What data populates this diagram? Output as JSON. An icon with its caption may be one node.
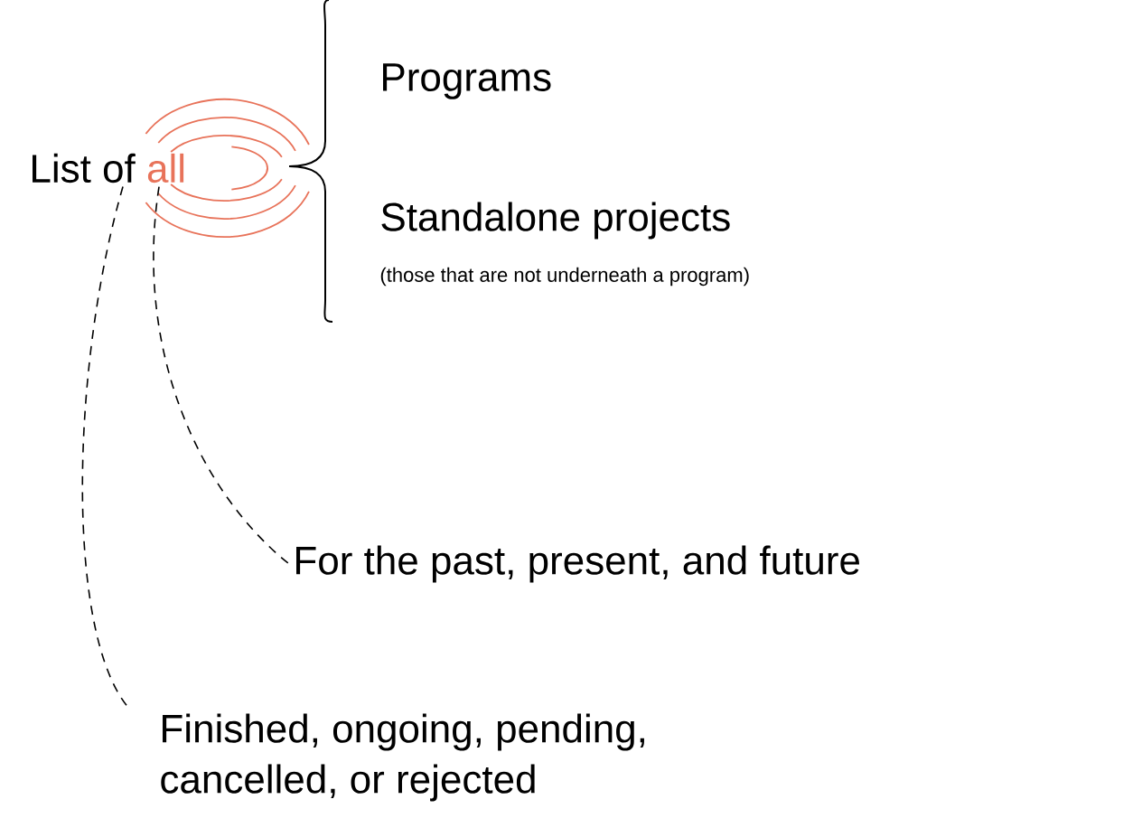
{
  "diagram": {
    "nodes": [
      {
        "text": [
          "List of",
          "all"
        ]
      },
      {
        "text": [
          "For the past, present, and future"
        ]
      },
      {
        "text": [
          "Finished, ongoing, pending, cancelled, or rejected"
        ]
      }
    ],
    "edges": [
      {
        "from": 0,
        "to": 1,
        "arrow": "none",
        "style": "dashed"
      },
      {
        "from": 0,
        "to": 2,
        "arrow": "none",
        "style": "dashed"
      }
    ],
    "labels": [
      "Programs",
      "Standalone projects",
      "(those that are not underneath a program)"
    ]
  }
}
